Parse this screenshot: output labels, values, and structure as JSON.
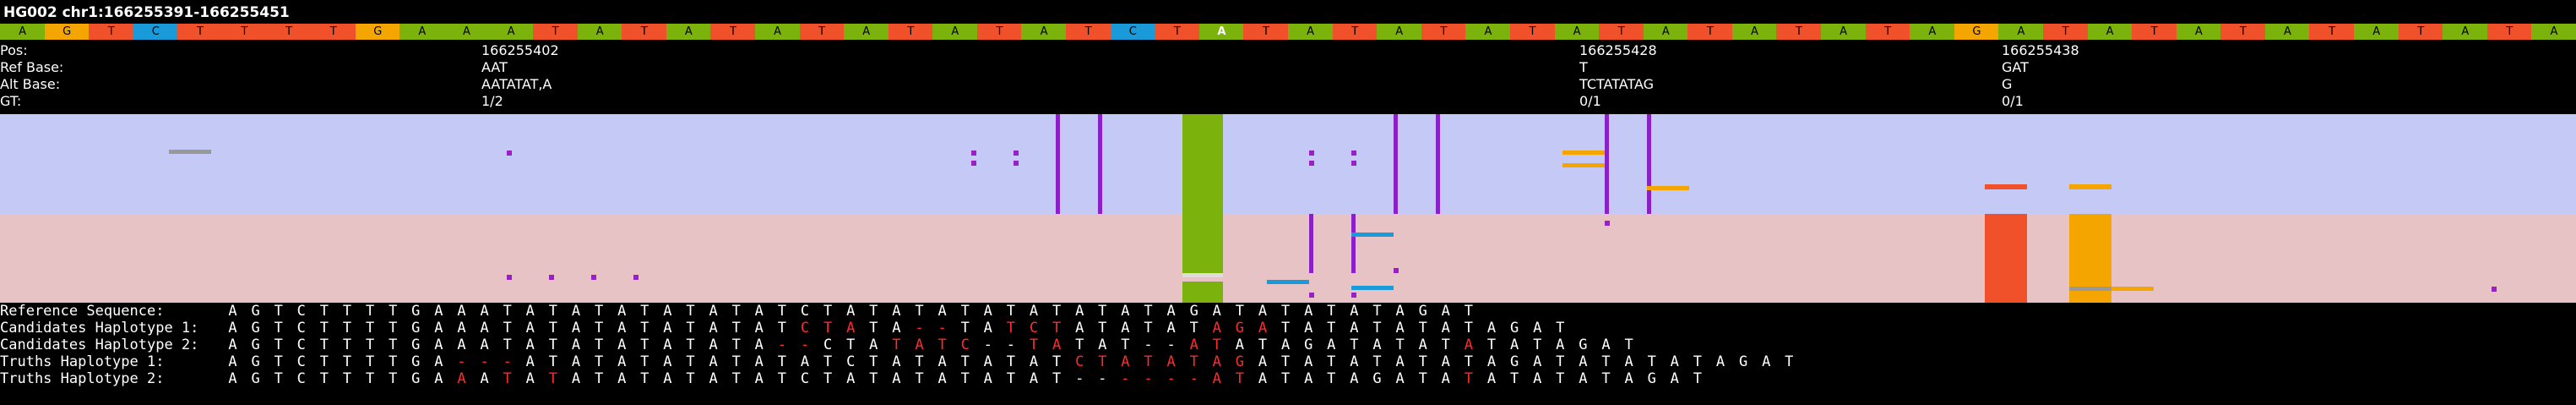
{
  "title": "HG002 chr1:166255391-166255451",
  "reference_bar": {
    "bases": [
      "A",
      "G",
      "T",
      "C",
      "T",
      "T",
      "T",
      "T",
      "G",
      "A",
      "A",
      "A",
      "T",
      "A",
      "T",
      "A",
      "T",
      "A",
      "T",
      "A",
      "T",
      "A",
      "T",
      "A",
      "T",
      "C",
      "T",
      "A",
      "T",
      "A",
      "T",
      "A",
      "T",
      "A",
      "T",
      "A",
      "T",
      "A",
      "T",
      "A",
      "T",
      "A",
      "T",
      "A",
      "G",
      "A",
      "T",
      "A",
      "T",
      "A",
      "T",
      "A",
      "T",
      "A",
      "T",
      "A",
      "T",
      "A"
    ],
    "base_colors": {
      "A": "#7cb20c",
      "G": "#f5a500",
      "T": "#f0502a",
      "C": "#1a9ad9"
    },
    "highlight_index": 27
  },
  "variants": [
    {
      "pos": "166255402",
      "ref": "AAT",
      "alt": "AATATAT,A",
      "gt": "1/2"
    },
    {
      "pos": "166255428",
      "ref": "T",
      "alt": "TCTATATAG",
      "gt": "0/1"
    },
    {
      "pos": "166255438",
      "ref": "GAT",
      "alt": "G",
      "gt": "0/1"
    }
  ],
  "field_labels": {
    "pos": "Pos:",
    "ref": "Ref Base:",
    "alt": "Alt Base:",
    "gt": "GT:"
  },
  "sequence_rows": [
    {
      "label": "Reference Sequence:",
      "seq": "AGTCTTTTGAAATATATATATATATCTATATATATATATATAGATATATATAGAT",
      "mismatch": ""
    },
    {
      "label": "Candidates Haplotype 1:",
      "seq": "AGTCTTTTGAAATATATATATATATCTATA--TATCTATATATAGATATATATATAGAT",
      "mismatch": "000000000000000000000000011100110011100000011100000000000000"
    },
    {
      "label": "Candidates Haplotype 2:",
      "seq": "AGTCTTTTGAAATATATATATATA--CTATATC--TATAT--ATATAGATATATATATAGAT",
      "mismatch": "000000000000000000000000110001111001100000110000000000100000000"
    },
    {
      "label": "Truths Haplotype 1:",
      "seq": "AGTCTTTTGA---ATATATATATATATCTATATATATCTATATAGATATATATATAGATATATATAGAT",
      "mismatch": "0000000000111000000000000000000000000111111110000000000000000000000000"
    },
    {
      "label": "Truths Haplotype 2:",
      "seq": "AGTCTTTTGAAATATATATATATATCTATATATATAT------ATATATAGATATATATATAGAT",
      "mismatch": "000000000010101000000000000000000000000111111000000000100000000000"
    }
  ]
}
